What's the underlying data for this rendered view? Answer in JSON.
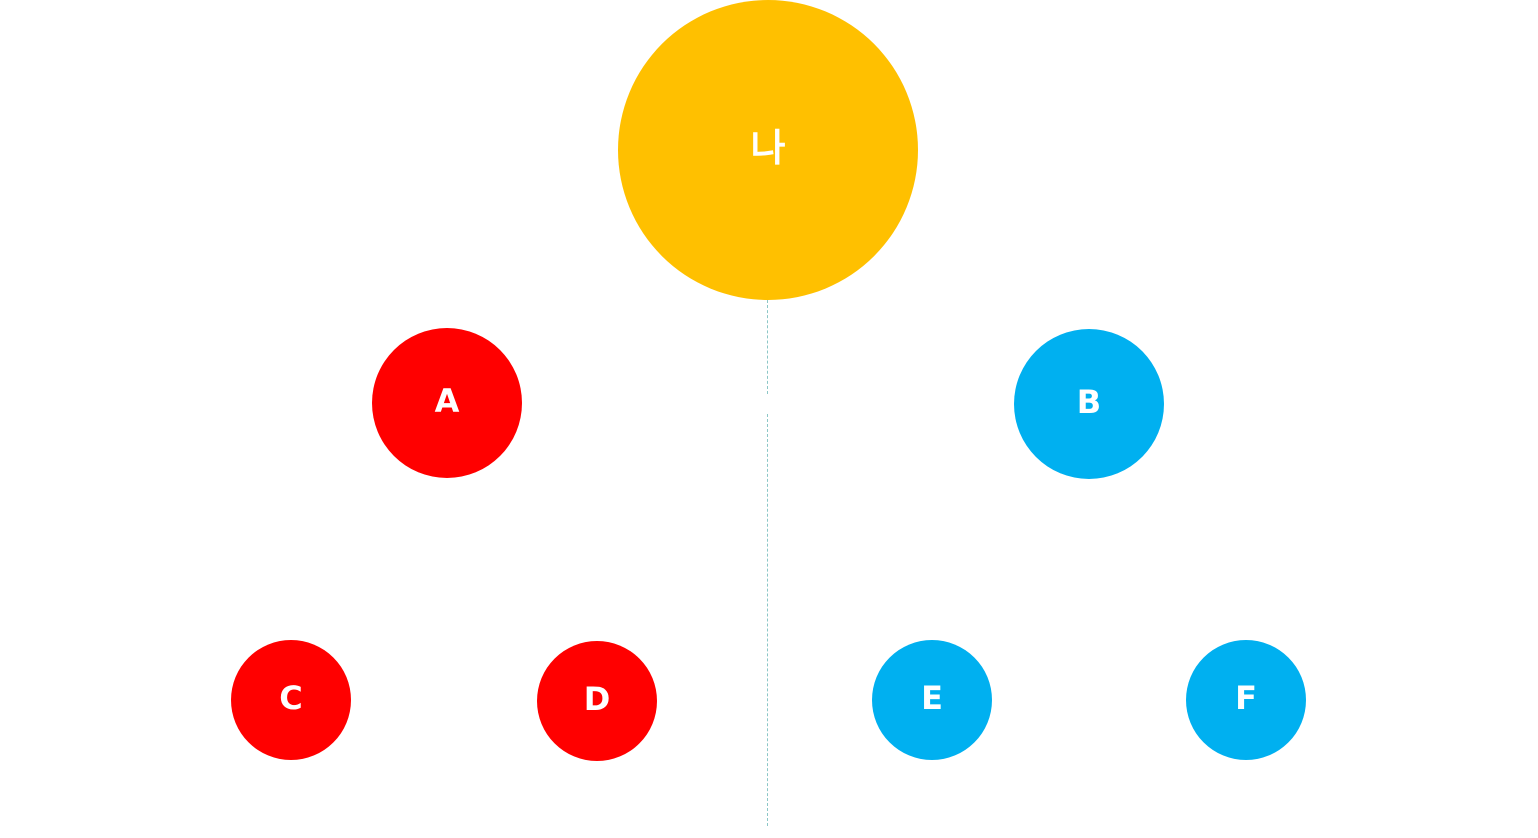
{
  "colors": {
    "root": "#FFC000",
    "left_group": "#FF0000",
    "right_group": "#00B0F0",
    "divider": "#8CC7C7",
    "label": "#FFFFFF"
  },
  "nodes": {
    "root": {
      "label": "나"
    },
    "a": {
      "label": "A"
    },
    "b": {
      "label": "B"
    },
    "c": {
      "label": "C"
    },
    "d": {
      "label": "D"
    },
    "e": {
      "label": "E"
    },
    "f": {
      "label": "F"
    }
  }
}
